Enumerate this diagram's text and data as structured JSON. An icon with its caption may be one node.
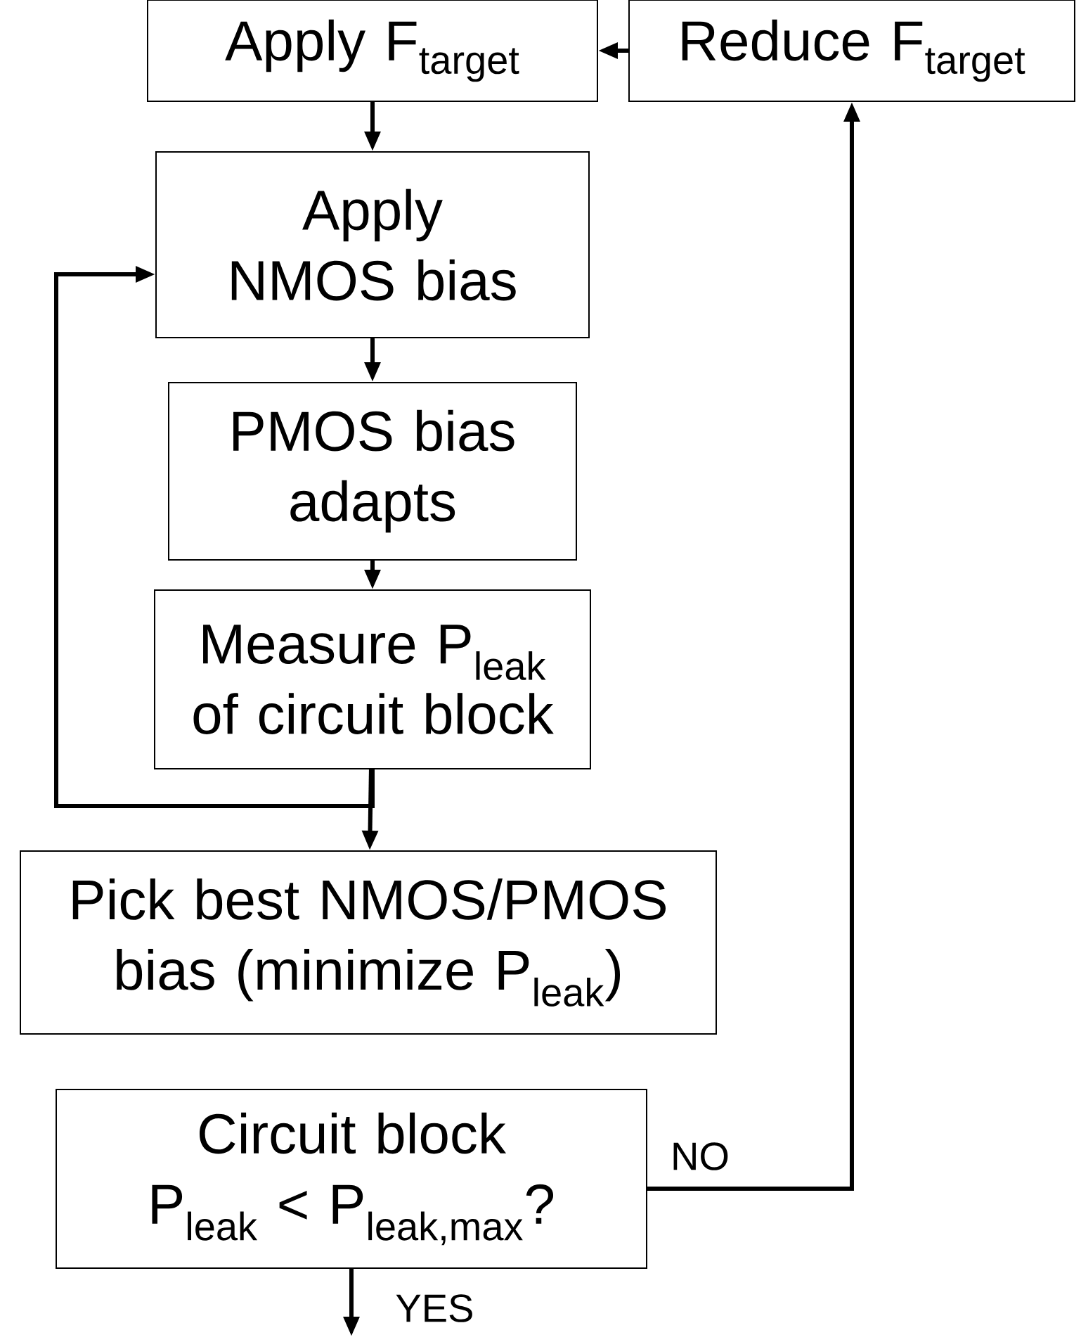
{
  "diagram": {
    "nodes": [
      {
        "text": [
          "Apply F$_{target}$"
        ]
      },
      {
        "text": [
          "Reduce F$_{target}$"
        ]
      },
      {
        "text": [
          "Apply NMOS bias"
        ]
      },
      {
        "text": [
          "PMOS bias adapts"
        ]
      },
      {
        "text": [
          "Measure P$_{leak}$ of circuit block"
        ]
      },
      {
        "text": [
          "Pick best NMOS/PMOS bias (minimize P$_{leak}$)"
        ]
      },
      {
        "text": [
          "Circuit block P$_{leak}$ < P$_{leak,max}$?"
        ]
      }
    ],
    "edges": [
      {
        "from": 1,
        "to": 0,
        "arrow": "to"
      },
      {
        "from": 0,
        "to": 2,
        "arrow": "to"
      },
      {
        "from": 2,
        "to": 3,
        "arrow": "to"
      },
      {
        "from": 3,
        "to": 4,
        "arrow": "to"
      },
      {
        "from": 4,
        "to": 2,
        "arrow": "to"
      },
      {
        "from": 4,
        "to": 5,
        "arrow": "to"
      },
      {
        "from": 6,
        "to": 1,
        "arrow": "to",
        "label": "NO"
      },
      {
        "from": 6,
        "to": null,
        "arrow": "to",
        "label": "YES"
      }
    ]
  }
}
